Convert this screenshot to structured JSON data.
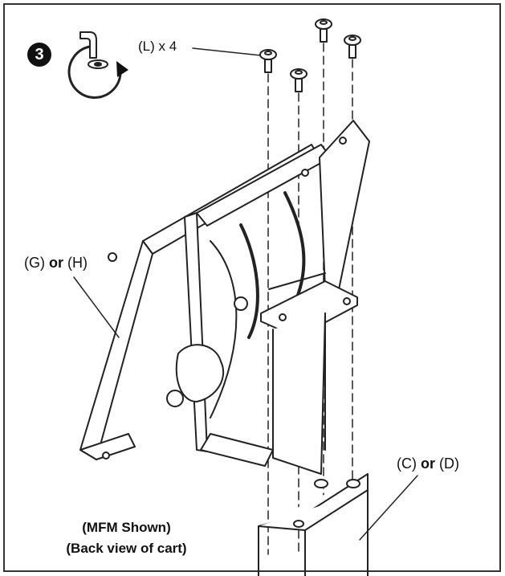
{
  "step": {
    "number": "3"
  },
  "labels": {
    "screws": "(L) x 4",
    "bracket_a": "(G)",
    "bracket_or": "or",
    "bracket_b": "(H)",
    "column_a": "(C)",
    "column_or": "or",
    "column_b": "(D)",
    "caption_line1": "(MFM Shown)",
    "caption_line2": "(Back view of cart)"
  },
  "colors": {
    "line": "#222222",
    "frame": "#333333"
  },
  "icons": [
    "step-number-icon",
    "allen-key-rotate-icon",
    "screw-icon"
  ]
}
